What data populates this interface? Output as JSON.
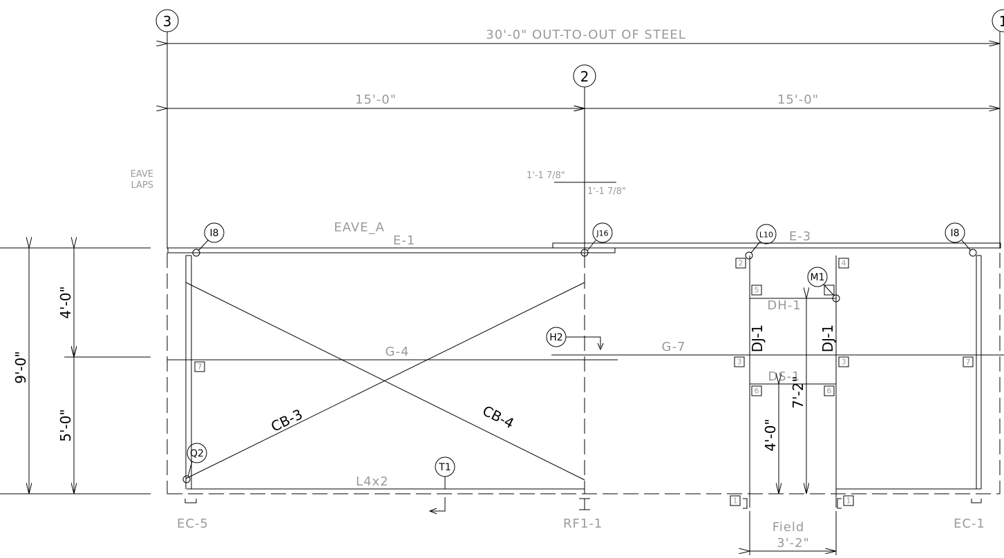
{
  "grid_lines": {
    "line3": "3",
    "line2": "2",
    "line1": "1"
  },
  "dimensions": {
    "overall": "30'-0\" OUT-TO-OUT OF STEEL",
    "left_bay": "15'-0\"",
    "right_bay": "15'-0\"",
    "eave_lap_1": "1'-1 7/8\"",
    "eave_lap_2": "1'-1 7/8\"",
    "total_height": "9'-0\"",
    "upper_height": "4'-0\"",
    "lower_height": "5'-0\"",
    "door_jamb_height": "7'-2\"",
    "door_sill_height": "4'-0\"",
    "field_label": "Field",
    "field_width": "3'-2\""
  },
  "labels": {
    "eave_laps": [
      "EAVE",
      "LAPS"
    ],
    "eave_a": "EAVE_A",
    "e1": "E-1",
    "e3": "E-3",
    "g4": "G-4",
    "g7": "G-7",
    "dh1": "DH-1",
    "ds1": "DS-1",
    "dj1_left": "DJ-1",
    "dj1_right": "DJ-1",
    "cb3": "CB-3",
    "cb4": "CB-4",
    "l4x2": "L4x2",
    "ec5": "EC-5",
    "ec1": "EC-1",
    "rf11": "RF1-1"
  },
  "tags": {
    "i8_left": "I8",
    "j16": "J16",
    "l10": "L10",
    "i8_right": "I8",
    "m1": "M1",
    "h2": "H2",
    "q2": "Q2",
    "t1": "T1"
  },
  "boxes": {
    "b2": "2",
    "b4": "4",
    "b5": "5",
    "b7_left": "7",
    "b3_left": "3",
    "b3_right": "3",
    "b7_right": "7",
    "b6_left": "6",
    "b6_right": "6",
    "b1_left": "1",
    "b1_right": "1"
  }
}
